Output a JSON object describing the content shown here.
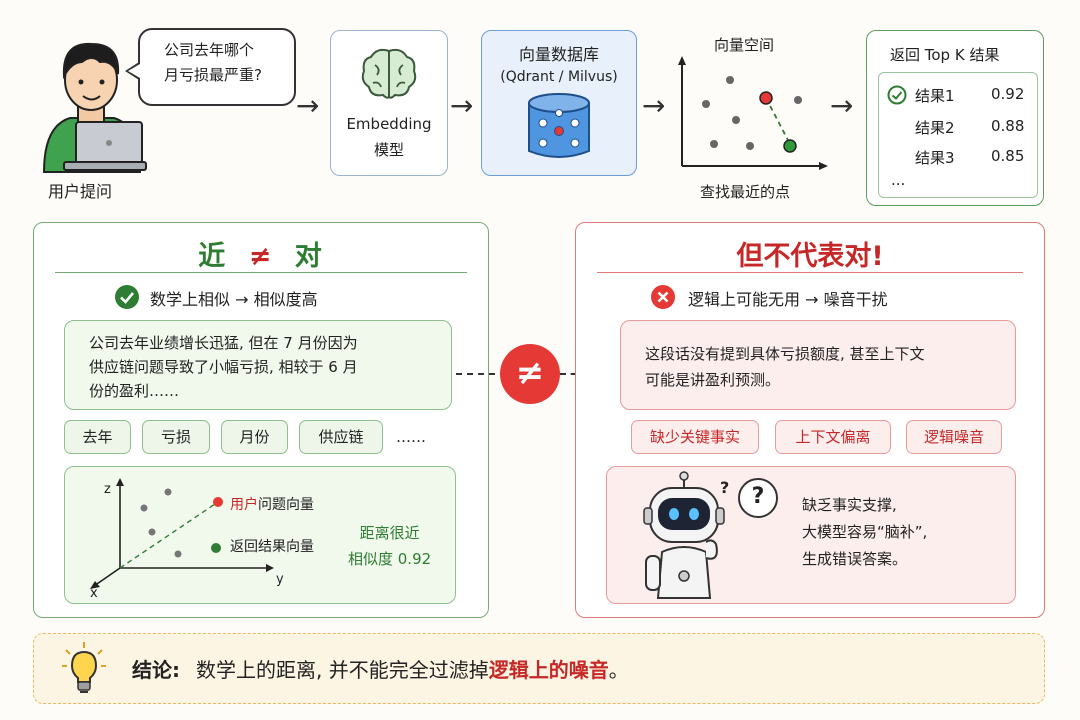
{
  "top": {
    "user_question": [
      "公司去年哪个",
      "月亏损最严重?"
    ],
    "user_label": "用户提问",
    "embedding_label": [
      "Embedding",
      "模型"
    ],
    "vdb_title": "向量数据库",
    "vdb_sub": "(Qdrant / Milvus)",
    "vector_space_title": "向量空间",
    "vector_space_caption": "查找最近的点",
    "topk_title": "返回 Top K 结果",
    "results": [
      {
        "label": "结果1",
        "score": "0.92"
      },
      {
        "label": "结果2",
        "score": "0.88"
      },
      {
        "label": "结果3",
        "score": "0.85"
      }
    ],
    "more": "..."
  },
  "left": {
    "title_a": "近",
    "title_neq": "≠",
    "title_b": "对",
    "subtitle": "数学上相似 → 相似度高",
    "passage": [
      "公司去年业绩增长迅猛, 但在 7 月份因为",
      "供应链问题导致了小幅亏损, 相较于 6 月",
      "份的盈利……"
    ],
    "keywords": [
      "去年",
      "亏损",
      "月份",
      "供应链"
    ],
    "keywords_more": "……",
    "axis_z": "z",
    "axis_y": "y",
    "axis_x": "x",
    "legend_user": "用户问题向量",
    "legend_user_red": "用户",
    "legend_user_rest": "问题向量",
    "legend_result": "返回结果向量",
    "distance_note": [
      "距离很近",
      "相似度 0.92"
    ]
  },
  "middle": {
    "neq": "≠"
  },
  "right": {
    "title": "但不代表对!",
    "subtitle": "逻辑上可能无用 → 噪音干扰",
    "passage": [
      "这段话没有提到具体亏损额度, 甚至上下文",
      "可能是讲盈利预测。"
    ],
    "tags": [
      "缺少关键事实",
      "上下文偏离",
      "逻辑噪音"
    ],
    "robot_q": "?",
    "robot_text": [
      "缺乏事实支撑,",
      "大模型容易“脑补”,",
      "生成错误答案。"
    ]
  },
  "conclusion": {
    "label": "结论:",
    "text": "数学上的距离, 并不能完全过滤掉",
    "highlight": "逻辑上的噪音",
    "end": "。"
  },
  "colors": {
    "green": "#2e7d32",
    "red": "#c62828",
    "blue": "#6a9fd8",
    "orange": "#e8b860"
  }
}
